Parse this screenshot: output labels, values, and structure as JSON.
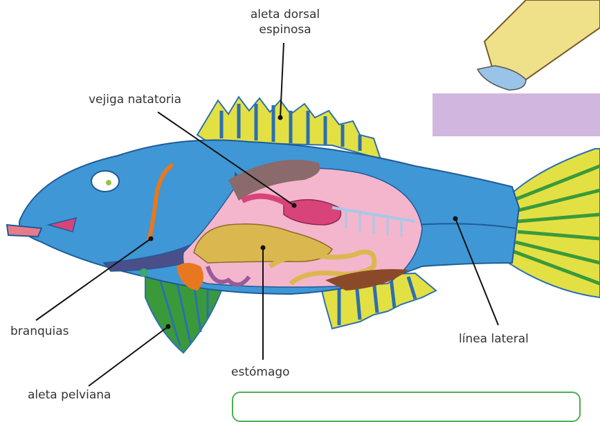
{
  "labels": {
    "dorsal_line1": "aleta dorsal",
    "dorsal_line2": "espinosa",
    "swim_bladder": "vejiga natatoria",
    "gills": "branquias",
    "stomach": "estómago",
    "lateral_line": "línea lateral",
    "pelvic_fin": "aleta pelviana"
  },
  "colors": {
    "body": "#3f97d6",
    "body_dark": "#2c6fb0",
    "belly_interior": "#f3b6cc",
    "fin_yellow": "#e3e044",
    "fin_green": "#3a9a3a",
    "gill_orange": "#e8781f",
    "stomach": "#dbb84f",
    "liver": "#8a4a2a",
    "bladder": "#d8447a",
    "box_border": "#4caf50"
  },
  "icons": [
    "pencil-icon",
    "fish-illustration"
  ]
}
